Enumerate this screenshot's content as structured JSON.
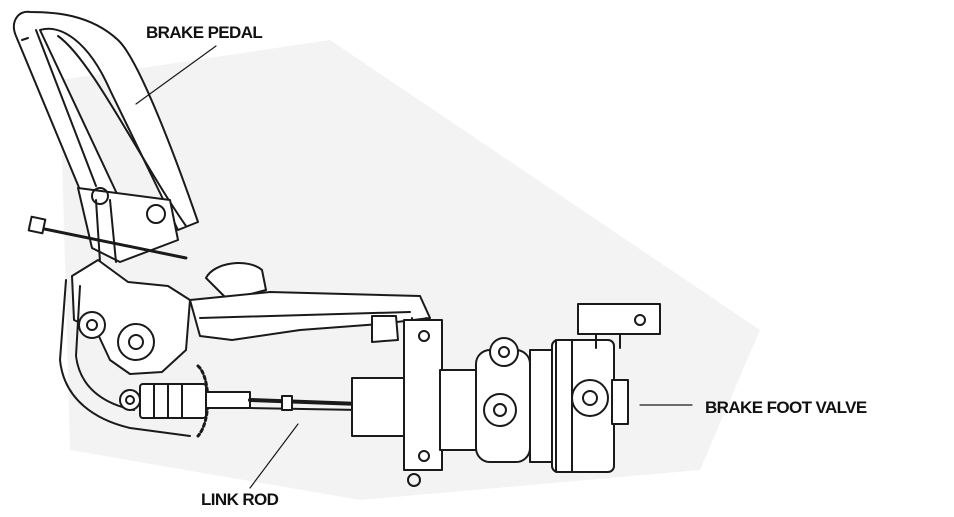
{
  "labels": {
    "brake_pedal": "BRAKE PEDAL",
    "brake_foot_valve": "BRAKE FOOT VALVE",
    "link_rod": "LINK ROD"
  },
  "colors": {
    "ink": "#1a1a1a",
    "shade": "#f2f2f2",
    "background": "#ffffff"
  }
}
